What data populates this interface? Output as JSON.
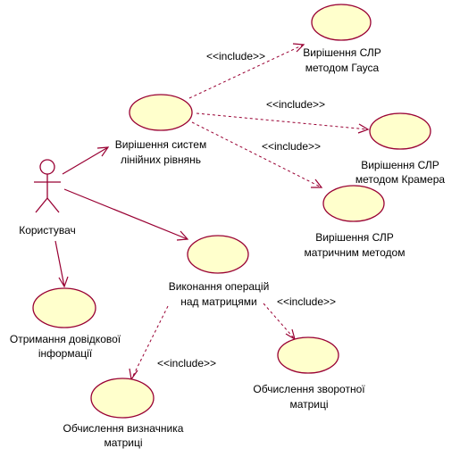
{
  "actor": {
    "name": "Користувач"
  },
  "stereotype": "<<include>>",
  "use_cases": {
    "solve": {
      "line1": "Вирішення систем",
      "line2": "лінійних рівнянь"
    },
    "gauss": {
      "line1": "Вирішення СЛР",
      "line2": "методом Гауса"
    },
    "cramer": {
      "line1": "Вирішення СЛР",
      "line2": "методом Крамера"
    },
    "matrix_method": {
      "line1": "Вирішення СЛР",
      "line2": "матричним методом"
    },
    "matrix_ops": {
      "line1": "Виконання операцій",
      "line2": "над матрицями"
    },
    "help": {
      "line1": "Отримання довідкової",
      "line2": "інформації"
    },
    "inverse": {
      "line1": "Обчислення зворотної",
      "line2": "матриці"
    },
    "determinant": {
      "line1": "Обчислення визначника",
      "line2": "матриці"
    }
  },
  "colors": {
    "line": "#990033",
    "usecase_fill": "#ffffcc"
  }
}
